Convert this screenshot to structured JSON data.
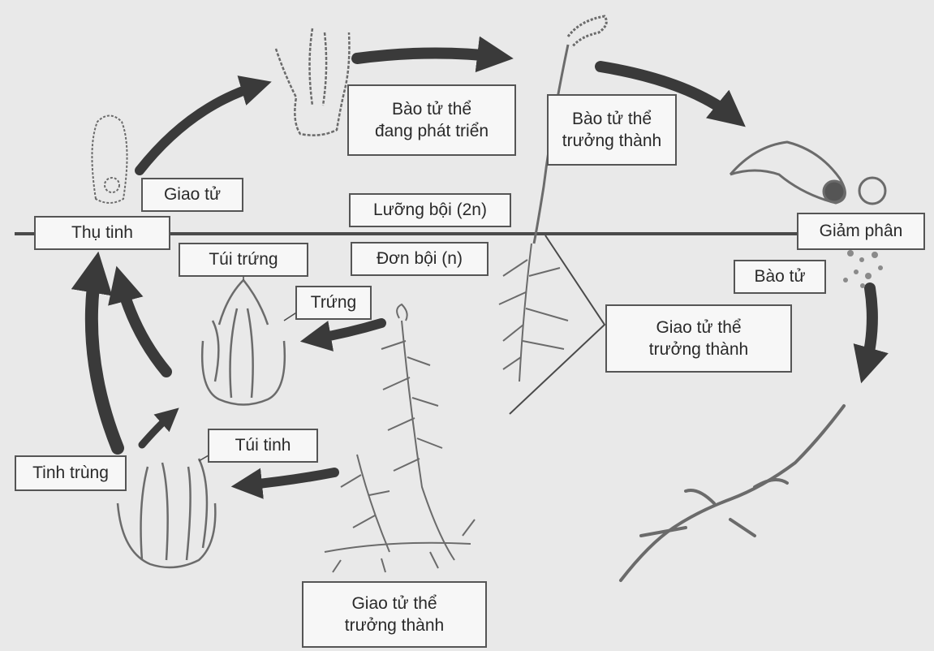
{
  "labels": {
    "developing_sporophyte": [
      "Bào tử thể",
      "đang phát triển"
    ],
    "mature_sporophyte": [
      "Bào tử thể",
      "trưởng thành"
    ],
    "zygote": "Giao tử",
    "fertilization": "Thụ tinh",
    "diploid": "Lưỡng bội (2n)",
    "haploid": "Đơn bội (n)",
    "meiosis": "Giảm phân",
    "spore": "Bào tử",
    "archegonium": "Túi trứng",
    "egg": "Trứng",
    "mature_gametophyte_right": [
      "Giao tử thể",
      "trưởng thành"
    ],
    "antheridium": "Túi tinh",
    "sperm": "Tinh trùng",
    "mature_gametophyte_bottom": [
      "Giao tử thể",
      "trưởng thành"
    ]
  },
  "colors": {
    "background": "#e9e9e9",
    "arrow": "#3a3a3a",
    "drawing": "#6b6b6b",
    "divider": "#4a4a4a"
  }
}
